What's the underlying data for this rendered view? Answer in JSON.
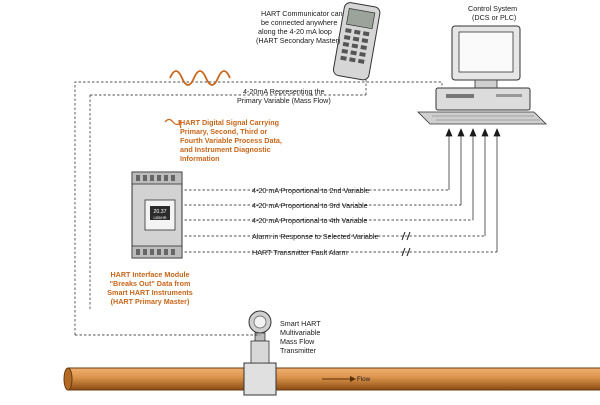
{
  "diagram": {
    "communicator_note": [
      "HART Communicator can",
      "be connected anywhere",
      "along the 4-20 mA loop",
      "(HART Secondary Master)"
    ],
    "control_system": [
      "Control System",
      "(DCS or PLC)"
    ],
    "primary_variable": [
      "4-20mA Representing the",
      "Primary Variable (Mass Flow)"
    ],
    "digital_signal": [
      "HART Digital Signal Carrying",
      "Primary, Second, Third or",
      "Fourth Variable Process Data,",
      "and Instrument Diagnostic",
      "Information"
    ],
    "outputs": [
      "4-20 mA Proportional to 2nd Variable",
      "4-20 mA Proportional to 3rd Variable",
      "4-20 mA Proportional to 4th Variable",
      "Alarm in Response to Selected Variable",
      "HART Transmitter Fault Alarm"
    ],
    "interface_module": [
      "HART Interface Module",
      "\"Breaks Out\" Data from",
      "Smart HART Instruments",
      "(HART Primary Master)"
    ],
    "transmitter": [
      "Smart HART",
      "Multivariable",
      "Mass Flow",
      "Transmitter"
    ],
    "flow_label": "Flow",
    "module_display": [
      "20.37",
      "LBS/HR"
    ]
  },
  "colors": {
    "accent": "#c8661a",
    "pipe": "#d9924a",
    "pipe_dark": "#8a4b12",
    "line": "#1a1a1a"
  }
}
